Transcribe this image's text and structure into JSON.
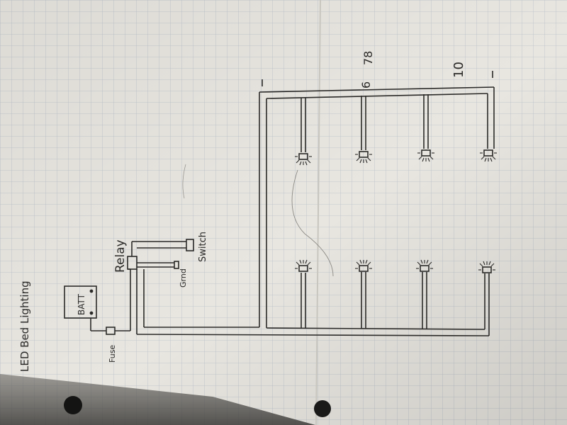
{
  "diagram": {
    "title": "LED Bed Lighting",
    "battery_label": "BATT",
    "fuse_label": "Fuse",
    "relay_label": "Relay",
    "switch_label": "Switch",
    "ground_label": "Grnd",
    "marks": {
      "six": "6",
      "seven_eight": "78",
      "ten": "10"
    }
  },
  "colors": {
    "paper": "#e8e6e0",
    "grid": "#b9c0c9",
    "ink": "#2b2a28",
    "background": "#7d7a75"
  },
  "leds": {
    "rows": 2,
    "per_row": 4
  }
}
